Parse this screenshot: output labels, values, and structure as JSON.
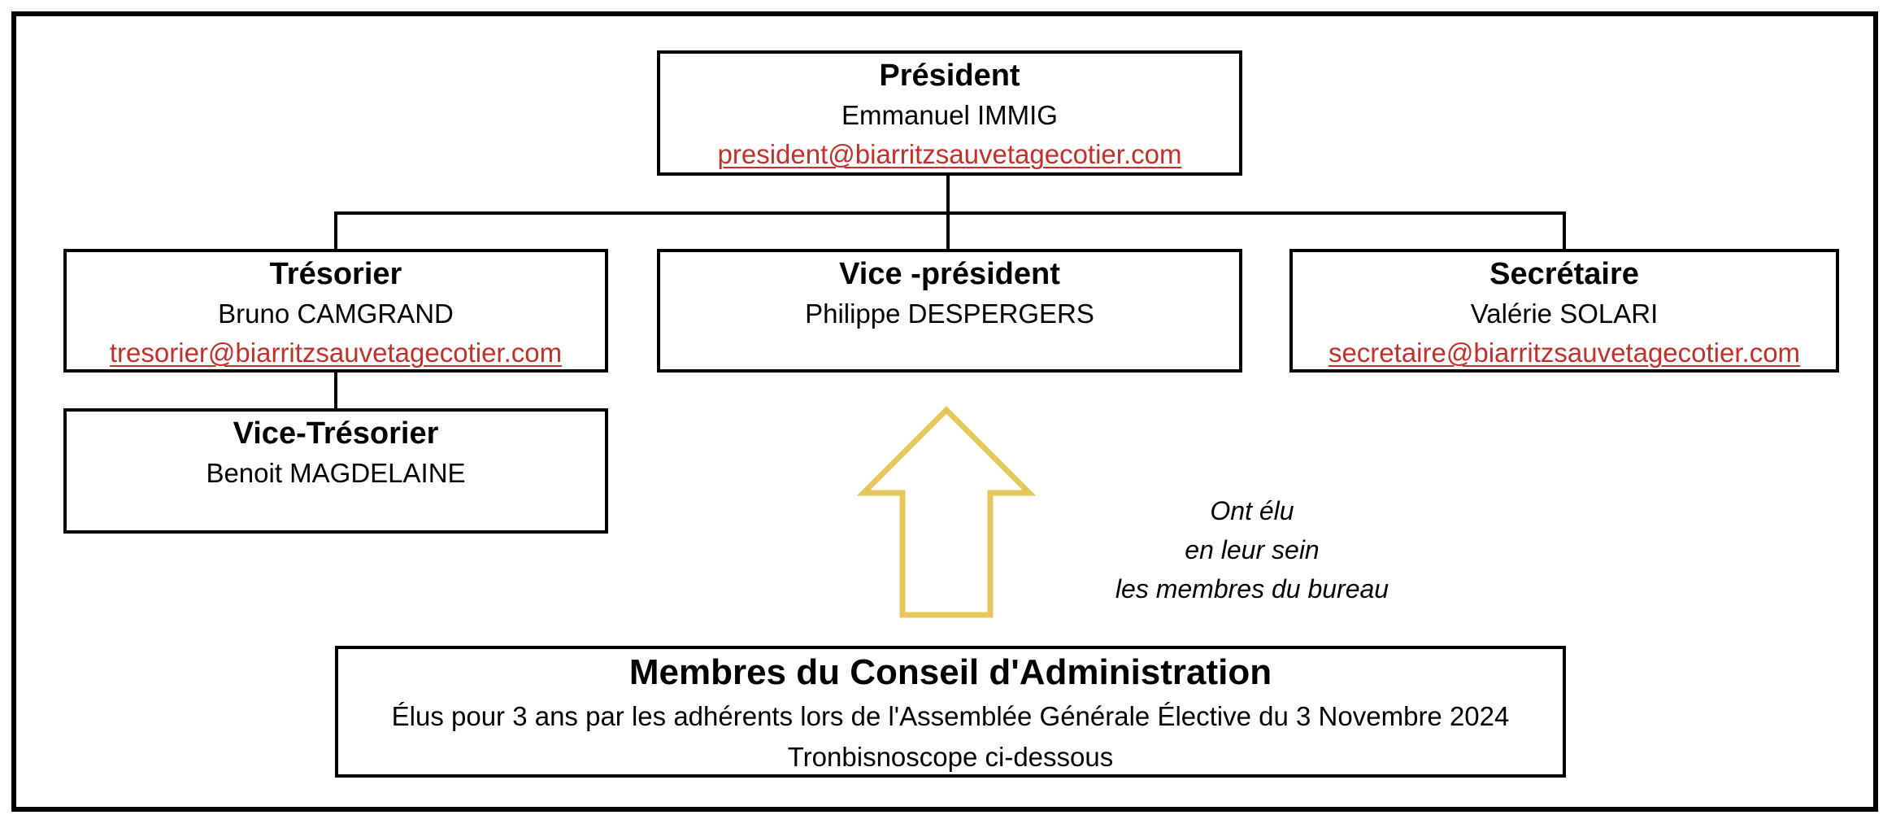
{
  "colors": {
    "border": "#000000",
    "email_link": "#c0312b",
    "arrow_outline": "#e6c65a",
    "background": "#ffffff"
  },
  "president": {
    "title": "Président",
    "name": "Emmanuel IMMIG",
    "email": "president@biarritzsauvetagecotier.com"
  },
  "tresorier": {
    "title": "Trésorier",
    "name": "Bruno CAMGRAND",
    "email": "tresorier@biarritzsauvetagecotier.com"
  },
  "vice_president": {
    "title": "Vice -président",
    "name": "Philippe DESPERGERS"
  },
  "secretaire": {
    "title": "Secrétaire",
    "name": "Valérie SOLARI",
    "email": "secretaire@biarritzsauvetagecotier.com"
  },
  "vice_tresorier": {
    "title": "Vice-Trésorier",
    "name": "Benoit MAGDELAINE"
  },
  "elected_note": {
    "line1": "Ont élu",
    "line2": "en leur sein",
    "line3": "les membres du bureau"
  },
  "conseil": {
    "title": "Membres du Conseil d'Administration",
    "subtitle": "Élus pour 3 ans par les adhérents lors de l'Assemblée Générale Élective du 3 Novembre 2024",
    "note": "Tronbisnoscope ci-dessous"
  },
  "arrow_icon": "up-arrow-outline"
}
